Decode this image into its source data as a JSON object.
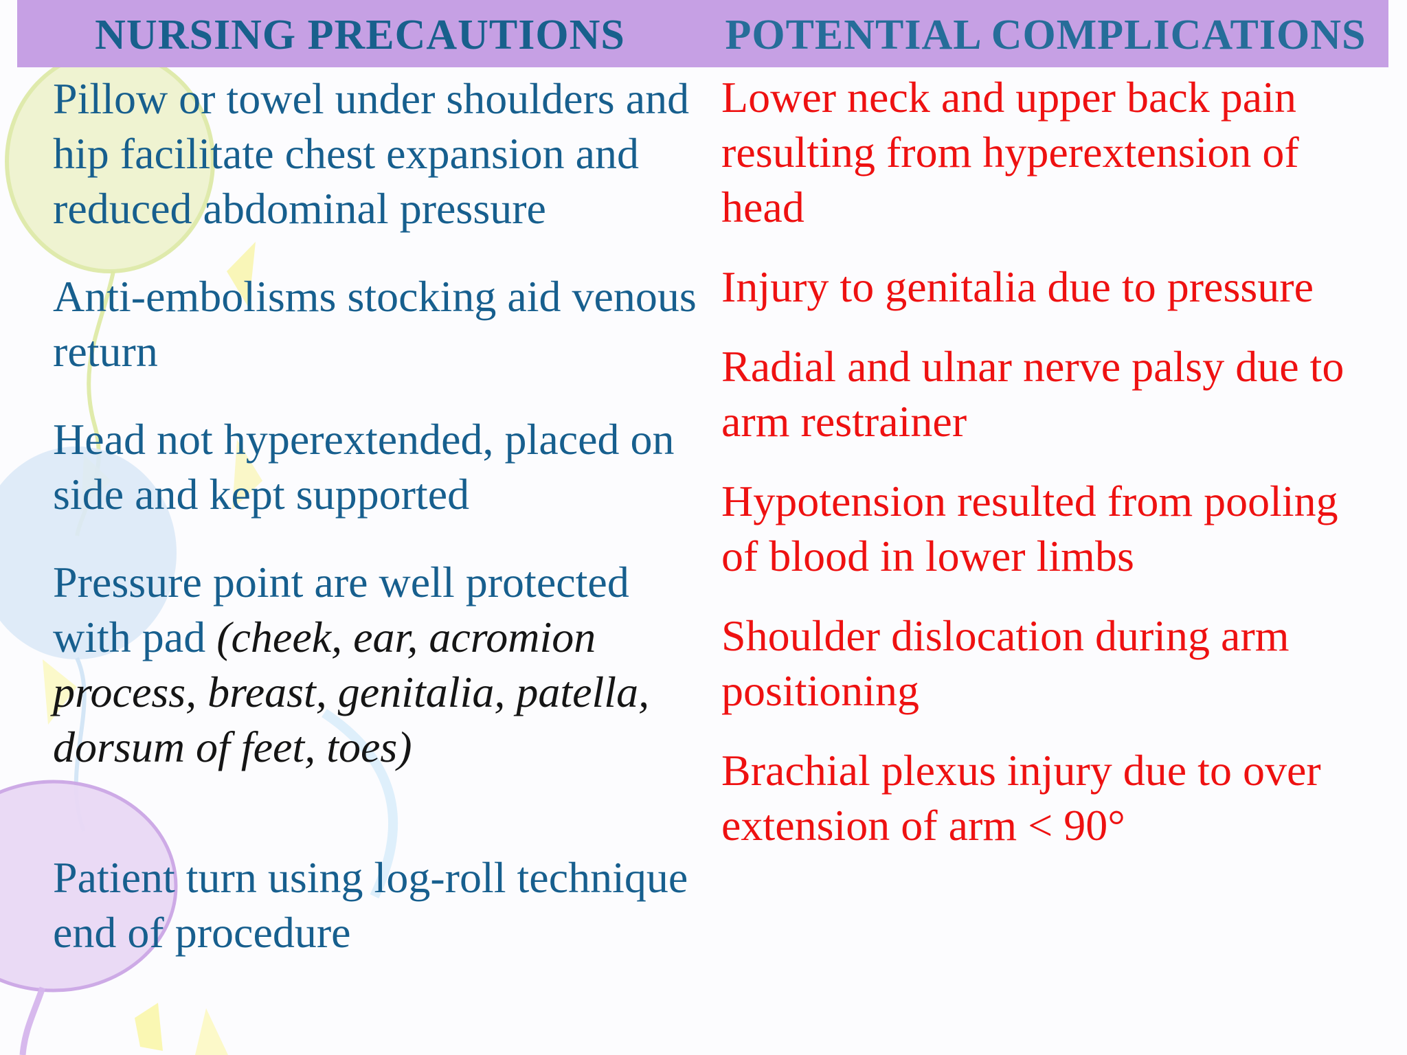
{
  "slide": {
    "colors": {
      "background": "#fcfcfe",
      "header_bar": "#c6a0e4",
      "header_left_text": "#18608c",
      "header_right_text": "#266d99",
      "left_text": "#175f8e",
      "right_text": "#ee1111",
      "italic_text": "#151515"
    },
    "header": {
      "columns": [
        {
          "label": "NURSING PRECAUTIONS"
        },
        {
          "label": "POTENTIAL COMPLICATIONS"
        }
      ]
    },
    "left_column": {
      "title": "NURSING PRECAUTIONS",
      "items": [
        {
          "text": "Pillow or towel under shoulders and hip facilitate chest expansion and reduced abdominal pressure"
        },
        {
          "text": "Anti-embolisms stocking aid venous return"
        },
        {
          "text": "Head not hyperextended, placed on side and kept supported"
        },
        {
          "text": "Pressure point are well protected with pad ",
          "italic": "(cheek, ear, acromion process, breast, genitalia, patella, dorsum of feet, toes)"
        },
        {
          "text": "Patient turn using log-roll technique end of procedure"
        }
      ]
    },
    "right_column": {
      "title": "POTENTIAL COMPLICATIONS",
      "items": [
        {
          "text": "Lower neck and upper back pain resulting from hyperextension of head"
        },
        {
          "text": "Injury to genitalia due to pressure"
        },
        {
          "text": "Radial and ulnar nerve palsy due to arm restrainer"
        },
        {
          "text": "Hypotension resulted from pooling of blood in lower limbs"
        },
        {
          "text": "Shoulder dislocation during arm positioning"
        },
        {
          "text": "Brachial plexus injury due to over extension of arm < 90°"
        }
      ]
    },
    "decorations": {
      "green_balloon_fill": "#eef3cd",
      "green_balloon_stroke": "#dce9a4",
      "blue_balloon_fill": "#dce9f7",
      "purple_balloon_fill": "#ead9f5",
      "purple_balloon_stroke": "#cba6e5",
      "yellow_shape_fill": "#f9f5ad",
      "blue_ribbon_stroke": "#d6ebfa"
    }
  }
}
